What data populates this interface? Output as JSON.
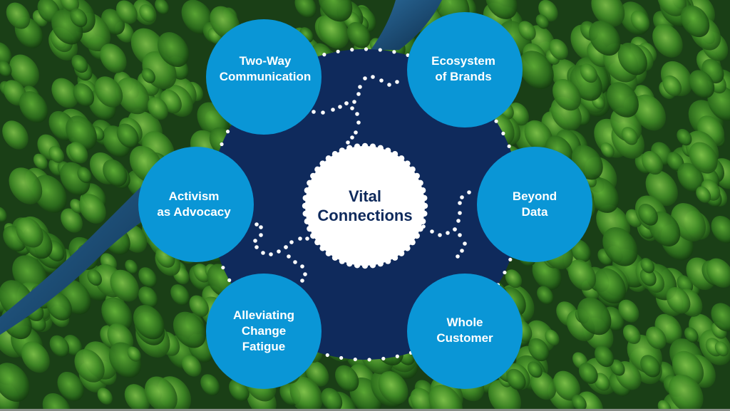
{
  "diagram": {
    "center": {
      "label_line1": "Vital",
      "label_line2": "Connections"
    },
    "nodes": [
      {
        "id": "two-way-communication",
        "line1": "Two-Way",
        "line2": "Communication",
        "line3": ""
      },
      {
        "id": "ecosystem-of-brands",
        "line1": "Ecosystem",
        "line2": "of Brands",
        "line3": ""
      },
      {
        "id": "activism-as-advocacy",
        "line1": "Activism",
        "line2": "as Advocacy",
        "line3": ""
      },
      {
        "id": "beyond-data",
        "line1": "Beyond",
        "line2": "Data",
        "line3": ""
      },
      {
        "id": "alleviating-change-fatigue",
        "line1": "Alleviating",
        "line2": "Change",
        "line3": "Fatigue"
      },
      {
        "id": "whole-customer",
        "line1": "Whole",
        "line2": "Customer",
        "line3": ""
      }
    ]
  },
  "colors": {
    "navy": "#0f2a5c",
    "bubble_blue": "#0a96d6",
    "white": "#ffffff",
    "forest_dark": "#183d17",
    "forest_light": "#4f9a2e",
    "river": "#1e4f7a"
  },
  "background": {
    "description": "aerial view of pine forest with a river"
  }
}
